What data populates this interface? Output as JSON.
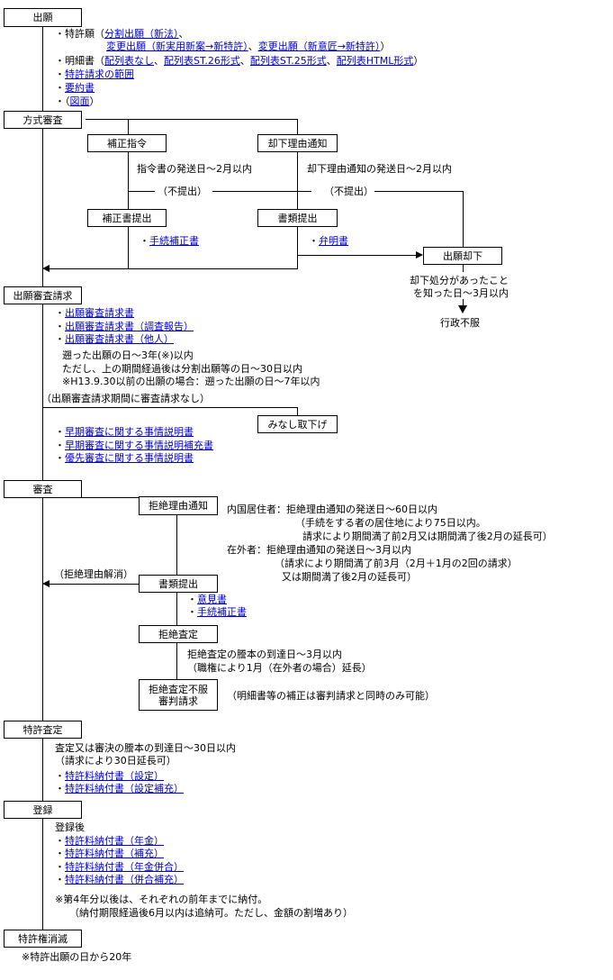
{
  "boxes": {
    "application": "出願",
    "formality_exam": "方式審査",
    "amendment_order": "補正指令",
    "rejection_notice": "却下理由通知",
    "amendment_submit": "補正書提出",
    "document_submit": "書類提出",
    "application_rejected": "出願却下",
    "exam_request": "出願審査請求",
    "deemed_withdrawal": "みなし取下げ",
    "examination": "審査",
    "refusal_reason_notice": "拒絶理由通知",
    "document_submit2": "書類提出",
    "refusal_decision": "拒絶査定",
    "appeal_line1": "拒絶査定不服",
    "appeal_line2": "審判請求",
    "patent_decision": "特許査定",
    "registration": "登録",
    "patent_extinction": "特許権消滅"
  },
  "application": {
    "bullet1": "・特許願（",
    "link_divisional": "分割出願（新法）",
    "sep1": "、",
    "link_conv_utility": "変更出願（新実用新案→新特許）",
    "sep2": "、",
    "link_conv_design": "変更出願（新意匠→新特許）",
    "close1": "）",
    "bullet2": "・明細書（",
    "link_no_seq": "配列表なし",
    "sep3": "、",
    "link_st26": "配列表ST.26形式",
    "sep4": "、",
    "link_st25": "配列表ST.25形式",
    "sep5": "、",
    "link_html": "配列表HTML形式",
    "close2": "）",
    "bullet3_prefix": "・",
    "link_claims": "特許請求の範囲",
    "bullet4_prefix": "・",
    "link_abstract": "要約書",
    "bullet5_prefix": "・（",
    "link_drawings": "図面",
    "bullet5_suffix": "）"
  },
  "formality": {
    "order_deadline": "指令書の発送日～2月以内",
    "notice_deadline": "却下理由通知の発送日～2月以内",
    "not_submitted1": "（不提出）",
    "not_submitted2": "（不提出）",
    "bullet_proc": "・",
    "link_proc_amend": "手続補正書",
    "bullet_expl": "・",
    "link_explanation": "弁明書",
    "rejected_note_l1": "却下処分があったこと",
    "rejected_note_l2": "を知った日～3月以内",
    "admin_appeal": "行政不服"
  },
  "exam_request": {
    "b1": "・",
    "link_req": "出願審査請求書",
    "b2": "・",
    "link_req_report": "出願審査請求書（調査報告）",
    "b3": "・",
    "link_req_other": "出願審査請求書（他人）",
    "rule1": "遡った出願の日～3年(※)以内",
    "rule2": "ただし、上の期間経過後は分割出願等の日～30日以内",
    "rule3": "※H13.9.30以前の出願の場合：遡った出願の日～7年以内",
    "no_request": "（出願審査請求期間に審査請求なし）",
    "b4": "・",
    "link_accel": "早期審査に関する事情説明書",
    "b5": "・",
    "link_accel_supp": "早期審査に関する事情説明補充書",
    "b6": "・",
    "link_priority": "優先審査に関する事情説明書"
  },
  "examination": {
    "domestic1": "内国居住者：拒絶理由通知の発送日～60日以内",
    "domestic2": "（手続をする者の居住地により75日以内。",
    "domestic3": "請求により期間満了前2月又は期間満了後2月の延長可）",
    "foreign1": "在外者：拒絶理由通知の発送日～3月以内",
    "foreign2": "（請求により期間満了前3月（2月＋1月の2回の請求）",
    "foreign3": "又は期間満了後2月の延長可）",
    "cancel": "（拒絶理由解消）",
    "b1": "・",
    "link_opinion": "意見書",
    "b2": "・",
    "link_proc_amend": "手続補正書",
    "refusal1": "拒絶査定の謄本の到達日～3月以内",
    "refusal2": "（職権により1月（在外者の場合）延長）",
    "appeal_note": "（明細書等の補正は審判請求と同時のみ可能）"
  },
  "grant": {
    "line1": "査定又は審決の謄本の到達日～30日以内",
    "line2": "（請求により30日延長可）",
    "b1": "・",
    "link_fee_set": "特許料納付書（設定）",
    "b2": "・",
    "link_fee_set_supp": "特許料納付書（設定補充）"
  },
  "registration": {
    "after": "登録後",
    "b1": "・",
    "link_annual": "特許料納付書（年金）",
    "b2": "・",
    "link_supp": "特許料納付書（補充）",
    "b3": "・",
    "link_annual_comb": "特許料納付書（年金併合）",
    "b4": "・",
    "link_comb_supp": "特許料納付書（併合補充）",
    "note1": "※第4年分以後は、それぞれの前年までに納付。",
    "note2": "（納付期限経過後6月以内は追納可。ただし、金額の割増あり）"
  },
  "extinction": {
    "note": "※特許出願の日から20年"
  },
  "colors": {
    "link": "#0000cc",
    "line": "#000000"
  }
}
